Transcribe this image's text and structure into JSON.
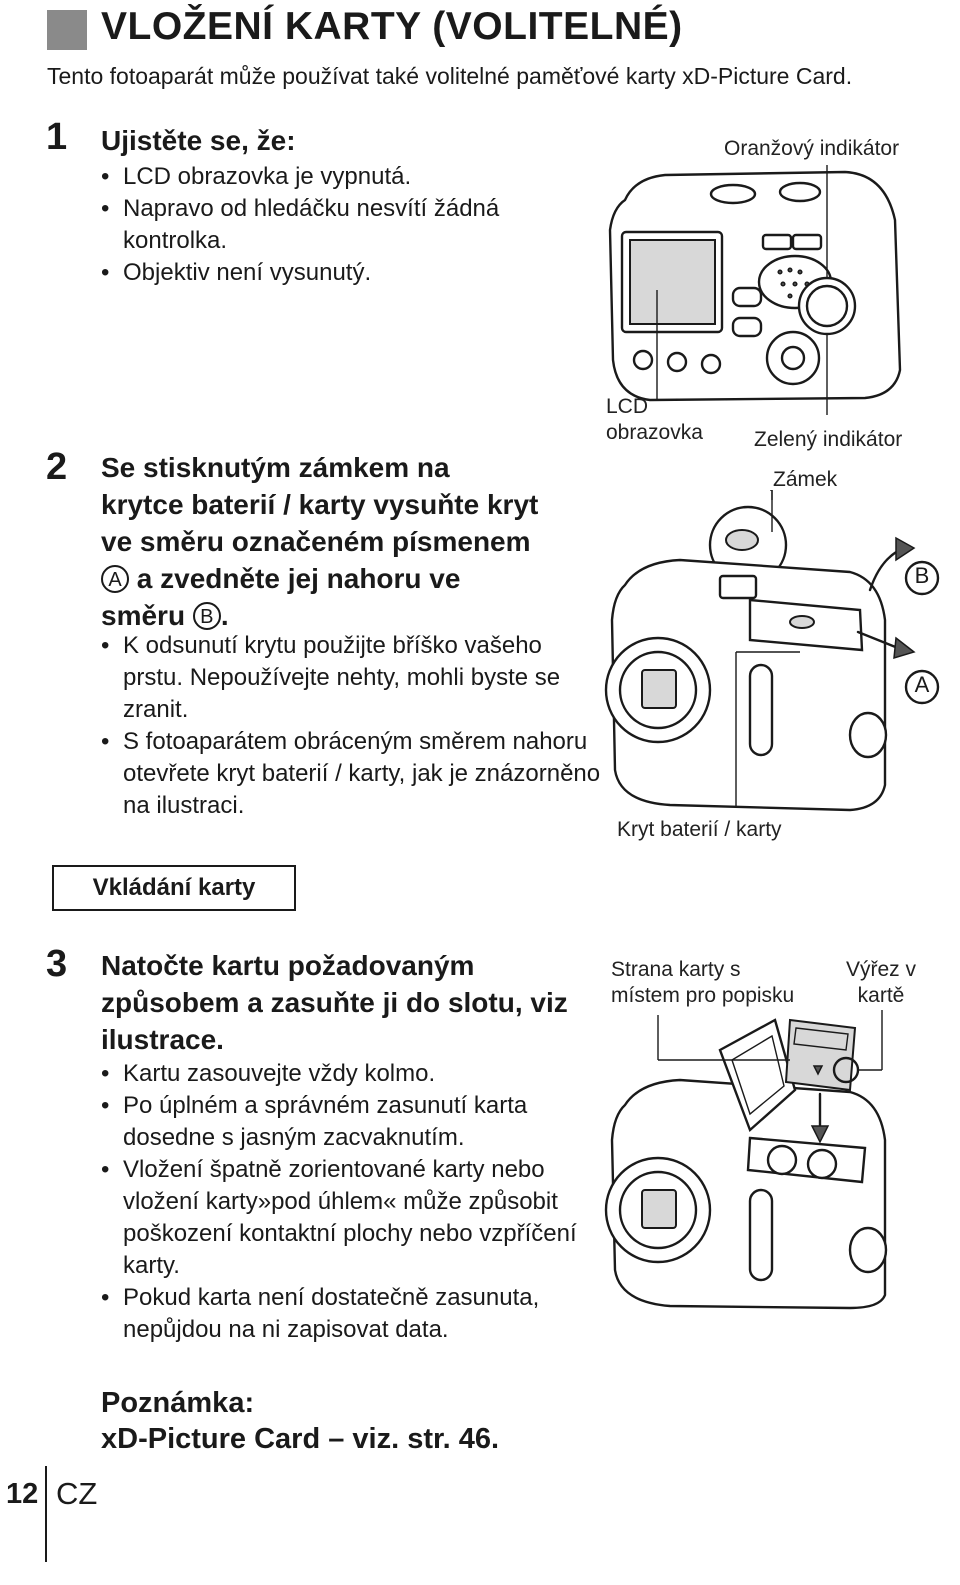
{
  "header": {
    "title": "VLOŽENÍ KARTY (VOLITELNÉ)",
    "intro": "Tento fotoaparát může používat také volitelné paměťové karty xD-Picture Card."
  },
  "steps": [
    {
      "number": "1",
      "heading": "Ujistěte se, že:",
      "bullets": [
        "LCD obrazovka je vypnutá.",
        "Napravo od hledáčku nesvítí žádná kontrolka.",
        "Objektiv není vysunutý."
      ]
    },
    {
      "number": "2",
      "heading_line1": "Se stisknutým zámkem na",
      "heading_line2": "krytce baterií / karty vysuňte kryt",
      "heading_line3": "ve směru označeném písmenem",
      "heading_letter_a": "A",
      "heading_line4": "a zvedněte jej nahoru ve",
      "heading_line5": "směru",
      "heading_letter_b": "B",
      "heading_end": ".",
      "bullets": [
        "K odsunutí krytu použijte bříško vašeho prstu. Nepoužívejte nehty, mohli byste se zranit.",
        "S fotoaparátem obráceným směrem nahoru otevřete kryt baterií / karty, jak je znázorněno na ilustraci."
      ]
    },
    {
      "number": "3",
      "heading": "Natočte kartu požadovaným způsobem a zasuňte ji do slotu, viz ilustrace.",
      "bullets": [
        "Kartu zasouvejte vždy kolmo.",
        "Po úplném a správném zasunutí karta dosedne s jasným zacvaknutím.",
        "Vložení špatně zorientované karty nebo vložení karty»pod úhlem« může způsobit poškození kontaktní plochy nebo vzpříčení karty.",
        "Pokud karta není dostatečně zasunuta, nepůjdou na ni zapisovat data."
      ]
    }
  ],
  "section_box": "Vkládání karty",
  "figures": {
    "fig1": {
      "orange_indicator": "Oranžový indikátor",
      "lcd_line1": "LCD",
      "lcd_line2": "obrazovka",
      "green_indicator": "Zelený indikátor"
    },
    "fig2": {
      "lock": "Zámek",
      "cover": "Kryt baterií / karty",
      "arrow_b": "B",
      "arrow_a": "A"
    },
    "fig3": {
      "card_side_line1": "Strana karty s",
      "card_side_line2": "místem pro popisku",
      "notch_line1": "Výřez v",
      "notch_line2": "kartě"
    }
  },
  "note": {
    "label": "Poznámka:",
    "text": "xD-Picture Card – viz. str. 46."
  },
  "footer": {
    "page_number": "12",
    "language": "CZ"
  }
}
